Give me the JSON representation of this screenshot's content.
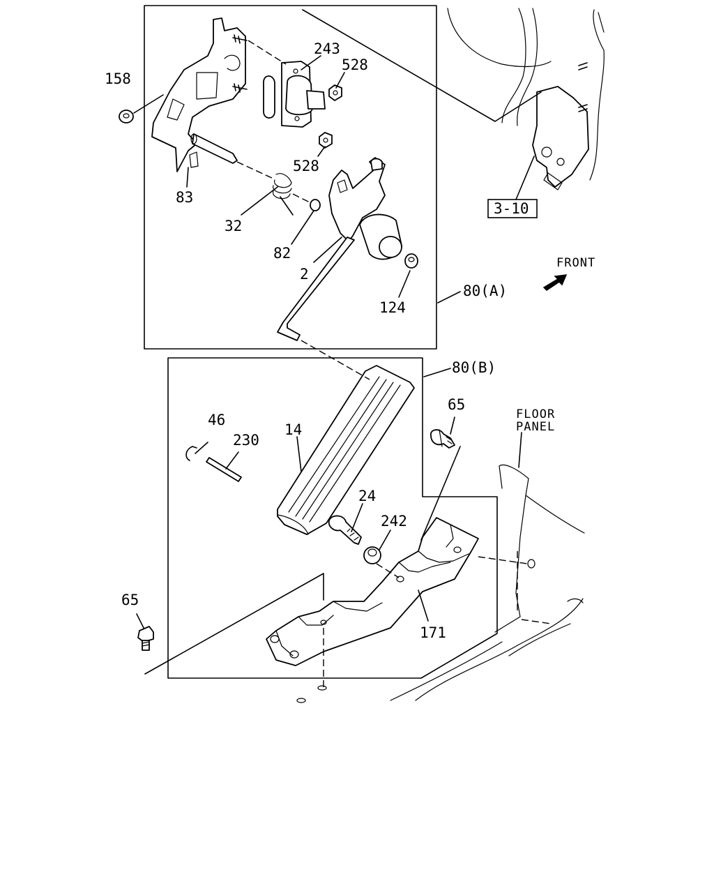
{
  "callouts": {
    "c158": "158",
    "c243": "243",
    "c528a": "528",
    "c528b": "528",
    "c83": "83",
    "c32": "32",
    "c82": "82",
    "c2": "2",
    "c124": "124",
    "c80a": "80(A)",
    "c80b": "80(B)",
    "c310": "3-10",
    "c65a": "65",
    "c65b": "65",
    "c46": "46",
    "c230": "230",
    "c14": "14",
    "c24": "24",
    "c242": "242",
    "c171": "171"
  },
  "labels": {
    "front": "FRONT",
    "floor_line1": "FLOOR",
    "floor_line2": "PANEL"
  }
}
